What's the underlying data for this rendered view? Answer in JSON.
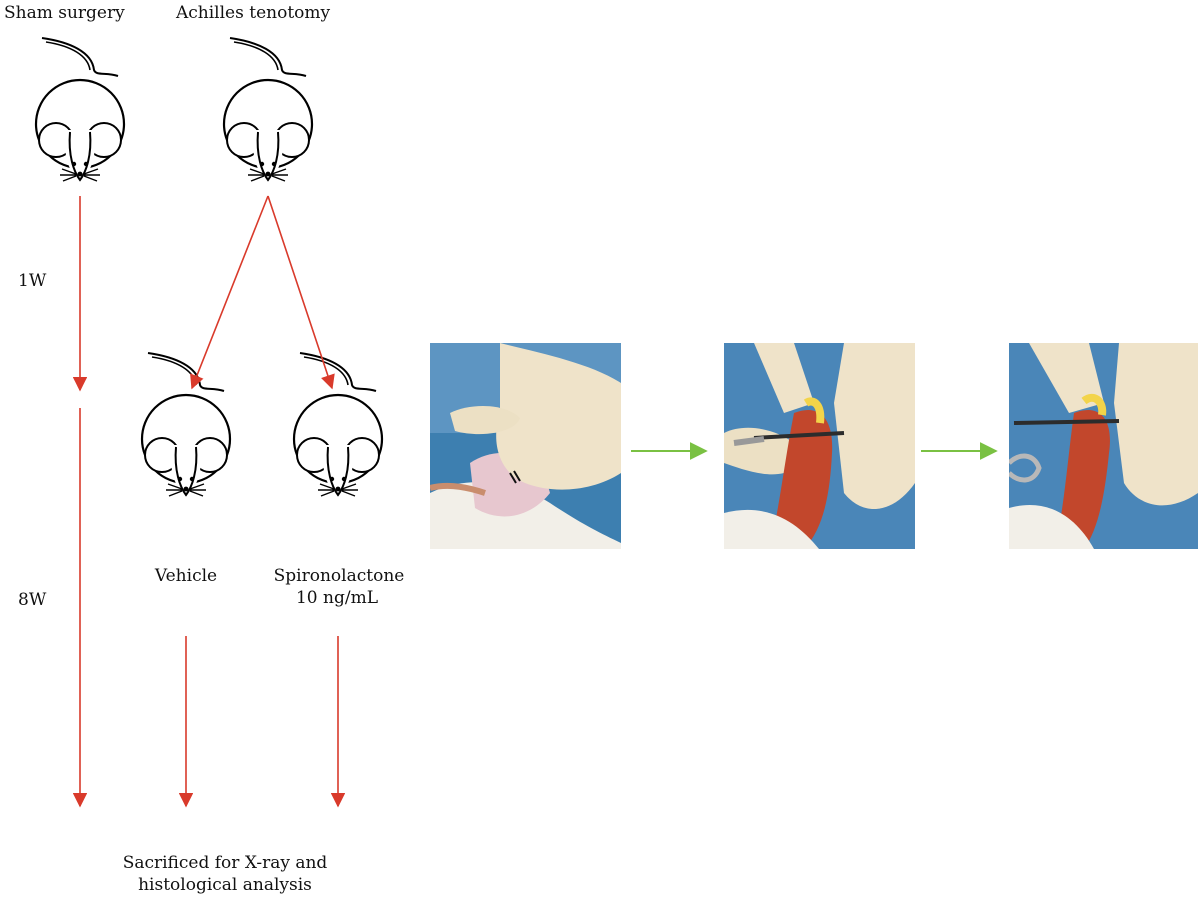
{
  "groups": {
    "sham": "Sham surgery",
    "tenotomy": "Achilles tenotomy",
    "vehicle": "Vehicle",
    "spiro_line1": "Spironolactone",
    "spiro_line2": "10 ng/mL"
  },
  "timepoints": {
    "week1": "1W",
    "week8": "8W"
  },
  "outcome": {
    "line1": "Sacrificed for X-ray and",
    "line2": "histological analysis"
  },
  "colors": {
    "timeline_arrow": "#d93a2b",
    "step_arrow": "#7ac143"
  },
  "photos": [
    {
      "name": "surgery-photo-1-incision"
    },
    {
      "name": "surgery-photo-2-tendon-exposure"
    },
    {
      "name": "surgery-photo-3-tenotomy"
    }
  ]
}
